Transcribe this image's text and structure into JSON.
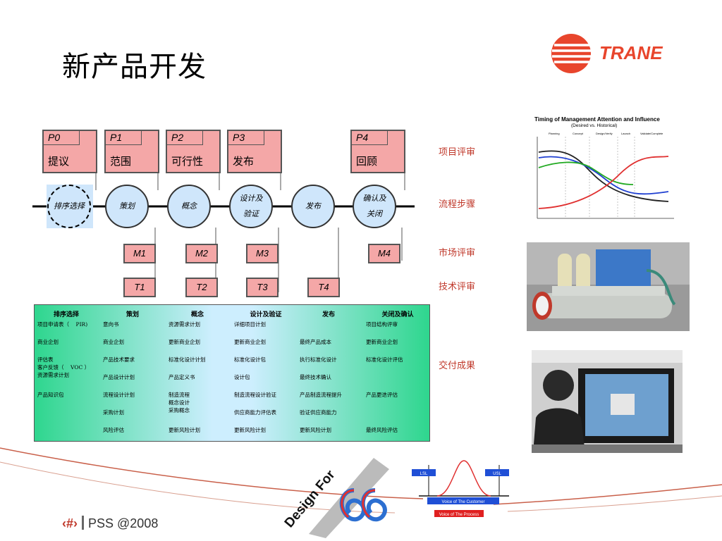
{
  "title": "新产品开发",
  "logo_text": "TRANE",
  "phases": [
    {
      "code": "P0",
      "name": "提议"
    },
    {
      "code": "P1",
      "name": "范围"
    },
    {
      "code": "P2",
      "name": "可行性"
    },
    {
      "code": "P3",
      "name": "发布"
    },
    {
      "code": "P4",
      "name": "回顾"
    }
  ],
  "steps": [
    "排序选择",
    "策划",
    "概念",
    "设计及\n验证",
    "发布",
    "确认及\n关闭"
  ],
  "market_reviews": [
    "M1",
    "M2",
    "M3",
    "M4"
  ],
  "tech_reviews": [
    "T1",
    "T2",
    "T3",
    "T4"
  ],
  "right_labels": {
    "project_review": "项目评审",
    "process_steps": "流程步骤",
    "market_review": "市场评审",
    "tech_review": "技术评审",
    "deliverables": "交付成果"
  },
  "table": {
    "headers": [
      "排序选择",
      "策划",
      "概念",
      "设计及验证",
      "发布",
      "关闭及确认"
    ],
    "columns": [
      [
        "项目申请表（    PIR)",
        "",
        "商业企划",
        "",
        "评估表\n客户反馈（    VOC ）\n资源需求计划",
        "",
        "产品知识包"
      ],
      [
        "意向书",
        "",
        "商业企划",
        "",
        "产品技术要求",
        "产品设计计划",
        "流程设计计划",
        "采购计划",
        "风险评估"
      ],
      [
        "资源需求计划",
        "",
        "更新商业企划",
        "",
        "标准化设计计划",
        "产品定义书",
        "制造流程\n概念设计\n采购概念",
        "更新风险计划"
      ],
      [
        "详细项目计划",
        "",
        "更新商业企划",
        "",
        "标准化设计包",
        "设计包",
        "制造流程设计验证",
        "供应商能力评估表",
        "更新风险计划"
      ],
      [
        "",
        "",
        "最终产品成本",
        "",
        "执行标准化设计",
        "最终技术确认",
        "产品制造流程提升",
        "验证供应商能力",
        "更新风险计划"
      ],
      [
        "项目结构评审",
        "",
        "更新商业企划",
        "",
        "标准化设计评估",
        "",
        "产品更迭评估",
        "",
        "最终风险评估"
      ]
    ]
  },
  "chart_inset": {
    "title": "Timing of Management Attention and Influence",
    "subtitle": "(Desired vs. Historical)",
    "stages": [
      "Planning",
      "Concept",
      "Design/Verify",
      "Launch",
      "Validate/Complete"
    ]
  },
  "sigma": {
    "brand": "Design For",
    "lsl": "LSL",
    "usl": "USL",
    "voice_customer": "Voice of The Customer",
    "voice_process": "Voice of The Process"
  },
  "footer": {
    "page": "‹#›",
    "text": "PSS @2008"
  },
  "colors": {
    "pink": "#f4a7a7",
    "circle": "#cfe6fb",
    "red_label": "#c0392b",
    "trane_red": "#e8452c"
  }
}
